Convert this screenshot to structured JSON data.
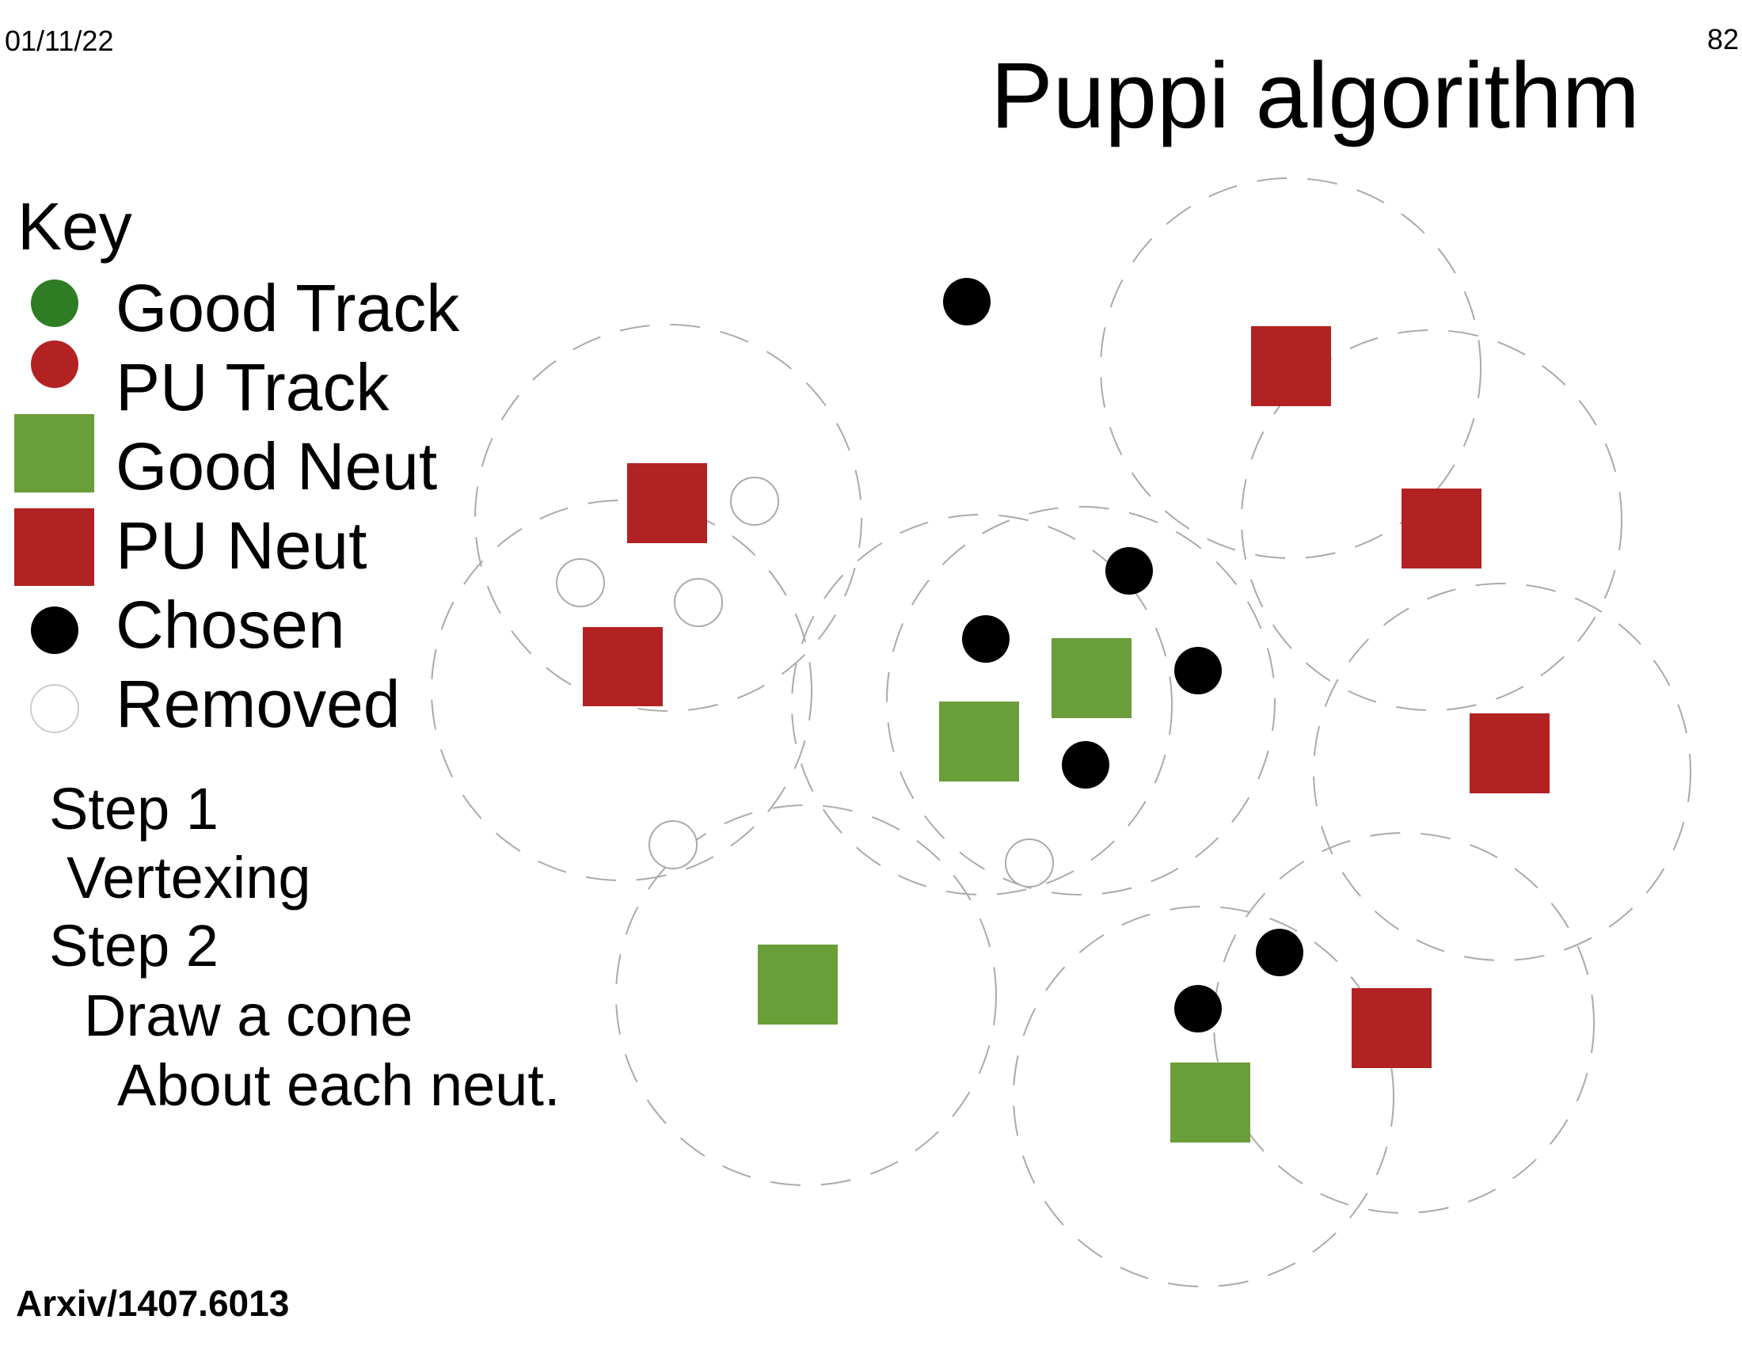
{
  "header": {
    "date": "01/11/22",
    "page_number": "82",
    "title": "Puppi algorithm"
  },
  "key": {
    "title": "Key",
    "items": [
      {
        "label": "Good Track",
        "symbol": "circle",
        "color": "#2e7d24"
      },
      {
        "label": "PU Track",
        "symbol": "circle",
        "color": "#b22222"
      },
      {
        "label": "Good Neut",
        "symbol": "square",
        "color": "#6a9e38"
      },
      {
        "label": "PU Neut",
        "symbol": "square",
        "color": "#b22222"
      },
      {
        "label": "Chosen",
        "symbol": "circle",
        "color": "#000000"
      },
      {
        "label": "Removed",
        "symbol": "circle-open",
        "color": "#ffffff"
      }
    ]
  },
  "steps": {
    "step1": "Step 1",
    "step1_desc": "Vertexing",
    "step2": "Step 2",
    "step2_desc1": "Draw a cone",
    "step2_desc2": "About each neut."
  },
  "reference": "Arxiv/1407.6013",
  "colors": {
    "good_neut": "#6a9e38",
    "pu_neut": "#b22222",
    "good_track": "#2e7d24",
    "pu_track": "#b22222",
    "chosen": "#000000",
    "cone_stroke": "#aaaaaa"
  }
}
